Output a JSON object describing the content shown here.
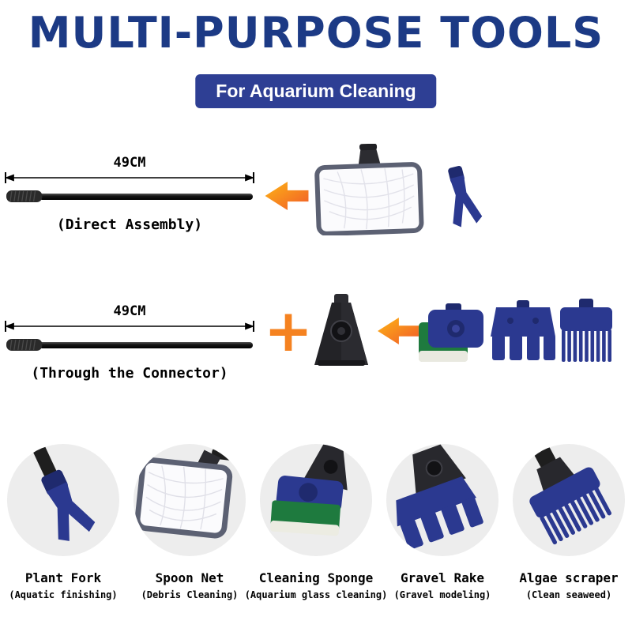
{
  "header": {
    "title": "MULTI-PURPOSE TOOLS",
    "subtitle": "For Aquarium Cleaning"
  },
  "assembly": {
    "direct": {
      "length_label": "49CM",
      "caption": "(Direct Assembly)"
    },
    "connector": {
      "length_label": "49CM",
      "caption": "(Through the Connector)",
      "plus_sign": "+"
    }
  },
  "tools": [
    {
      "name": "Plant Fork",
      "desc": "(Aquatic finishing)"
    },
    {
      "name": "Spoon Net",
      "desc": "(Debris Cleaning)"
    },
    {
      "name": "Cleaning Sponge",
      "desc": "(Aquarium glass cleaning)"
    },
    {
      "name": "Gravel Rake",
      "desc": "(Gravel modeling)"
    },
    {
      "name": "Algae scraper",
      "desc": "(Clean seaweed)"
    }
  ],
  "colors": {
    "title_blue": "#1c3a85",
    "banner_blue": "#2e3f94",
    "plus_orange": "#f58220",
    "arrow_orange_light": "#fdb515",
    "arrow_orange_dark": "#f15a29",
    "tool_blue": "#2b3990",
    "tool_blue_dark": "#1f2a6e",
    "sponge_green": "#1e7a3e",
    "circle_gray": "#ededed"
  }
}
